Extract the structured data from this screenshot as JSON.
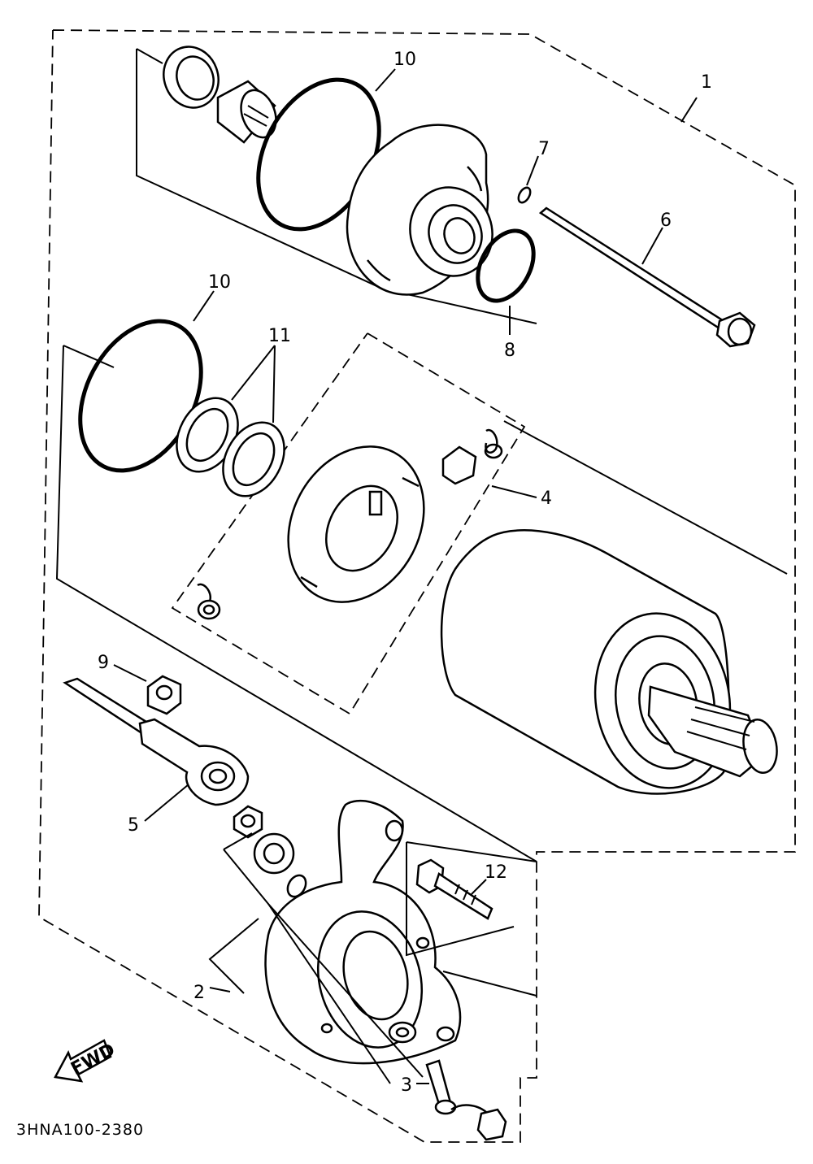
{
  "diagram": {
    "part_number_code": "3HNA100-2380",
    "fwd_label": "FWD",
    "callouts": [
      {
        "id": "1",
        "label": "1"
      },
      {
        "id": "2",
        "label": "2"
      },
      {
        "id": "3",
        "label": "3"
      },
      {
        "id": "4",
        "label": "4"
      },
      {
        "id": "5",
        "label": "5"
      },
      {
        "id": "6",
        "label": "6"
      },
      {
        "id": "7",
        "label": "7"
      },
      {
        "id": "8",
        "label": "8"
      },
      {
        "id": "9",
        "label": "9"
      },
      {
        "id": "10a",
        "label": "10"
      },
      {
        "id": "10b",
        "label": "10"
      },
      {
        "id": "11",
        "label": "11"
      },
      {
        "id": "12",
        "label": "12"
      }
    ]
  }
}
